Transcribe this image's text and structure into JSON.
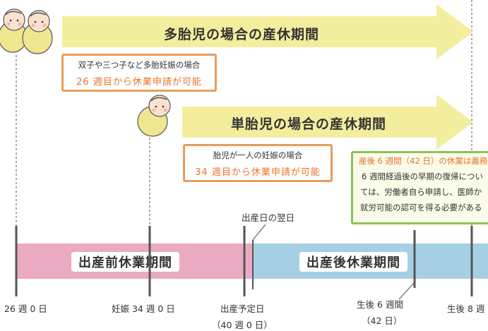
{
  "multiple_arrow": {
    "label": "多胎児の場合の産休期間"
  },
  "single_arrow": {
    "label": "単胎児の場合の産休期間"
  },
  "multiple_box": {
    "line1": "双子や三つ子など多胎妊娠の場合",
    "line2": "26 週目から休業申請が可能"
  },
  "single_box": {
    "line1": "胎児が一人の妊娠の場合",
    "line2": "34 週目から休業申請が可能"
  },
  "postpartum_note": {
    "title": "産後 6 週間（42 日）の休業は義務",
    "line2": "6 週間経過後の早期の復帰につい",
    "line3": "ては、労働者自ら申請し、医師か",
    "line4": "就労可能の認可を得る必要がある"
  },
  "prenatal_bar": {
    "label": "出産前休業期間"
  },
  "postnatal_bar": {
    "label": "出産後休業期間"
  },
  "annotations": {
    "day_after_birth": "出産日の翌日"
  },
  "ticks": {
    "week26": "26 週 0 日",
    "week34": "妊娠 34 週 0 日",
    "due_date": "出産予定日",
    "due_date_sub": "（40 週 0 日）",
    "six_weeks": "生後 6 週間",
    "six_weeks_sub": "（42 日）",
    "eight_weeks": "生後 8 週"
  },
  "colors": {
    "arrow": "#f3ee9e",
    "prenatal": "#eaaac2",
    "postnatal": "#a6cfe4",
    "orange_border": "#e99c5a",
    "orange_text": "#e8742c",
    "green_border": "#8cc25c",
    "green_title": "#e8742c"
  },
  "icons": [
    "baby-icon",
    "baby-icon",
    "baby-icon"
  ]
}
